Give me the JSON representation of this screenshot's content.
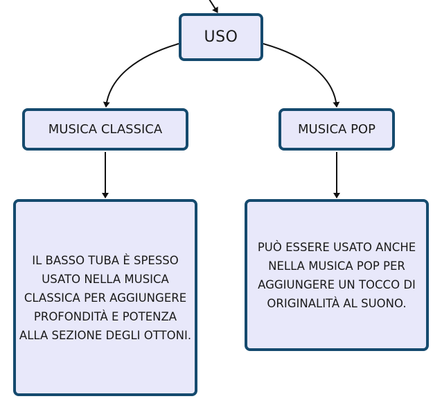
{
  "nodes": {
    "uso": "USO",
    "musica_classica": "MUSICA CLASSICA",
    "musica_pop": "MUSICA POP",
    "descrizione_classica": "IL BASSO TUBA È SPESSO USATO NELLA MUSICA CLASSICA PER AGGIUNGERE PROFONDITÀ E POTENZA ALLA SEZIONE DEGLI OTTONI.",
    "descrizione_pop": "PUÒ ESSERE USATO ANCHE NELLA MUSICA POP PER AGGIUNGERE UN TOCCO DI ORIGINALITÀ AL SUONO."
  },
  "colors": {
    "node_fill": "#e8e8fa",
    "node_border": "#154a6e",
    "connector": "#111111",
    "text": "#1a1a1a"
  }
}
